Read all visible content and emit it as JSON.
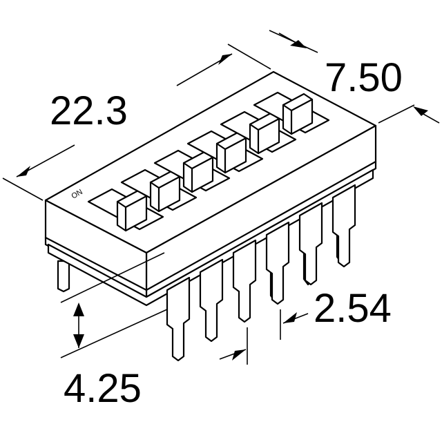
{
  "dimensions": {
    "length": "22.3",
    "width": "7.50",
    "pitch": "2.54",
    "lead_length": "4.25"
  },
  "switch_label": "ON",
  "switch_count": 6,
  "pin_count_per_side": 6
}
